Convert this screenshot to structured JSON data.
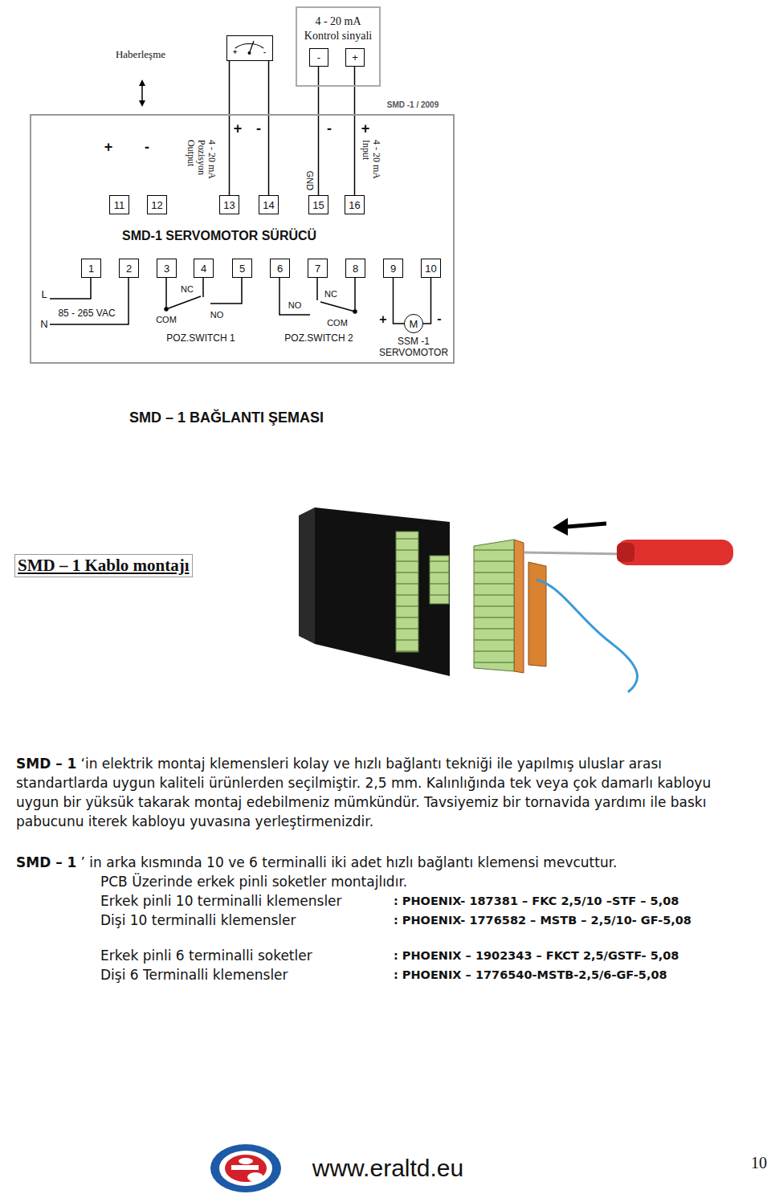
{
  "diagram": {
    "caption": "SMD – 1 BAĞLANTI ŞEMASI",
    "nodes": [
      {
        "text": [
          "+",
          "-"
        ]
      },
      {
        "text": [
          "4 - 20 mA Kontrol sinyali"
        ]
      },
      {
        "text": [
          "-"
        ],
        "in": 1
      },
      {
        "text": [
          "+"
        ],
        "in": 1
      },
      {
        "text": [
          "SMD-1 SERVOMOTOR SÜRÜCÜ"
        ]
      },
      {
        "text": [
          "11"
        ],
        "in": 4
      },
      {
        "text": [
          "12"
        ],
        "in": 4
      },
      {
        "text": [
          "13"
        ],
        "in": 4
      },
      {
        "text": [
          "14"
        ],
        "in": 4
      },
      {
        "text": [
          "15"
        ],
        "in": 4
      },
      {
        "text": [
          "16"
        ],
        "in": 4
      },
      {
        "text": [
          "1"
        ],
        "in": 4
      },
      {
        "text": [
          "2"
        ],
        "in": 4
      },
      {
        "text": [
          "3"
        ],
        "in": 4
      },
      {
        "text": [
          "4"
        ],
        "in": 4
      },
      {
        "text": [
          "5"
        ],
        "in": 4
      },
      {
        "text": [
          "6"
        ],
        "in": 4
      },
      {
        "text": [
          "7"
        ],
        "in": 4
      },
      {
        "text": [
          "8"
        ],
        "in": 4
      },
      {
        "text": [
          "9"
        ],
        "in": 4
      },
      {
        "text": [
          "10"
        ],
        "in": 4
      },
      {
        "text": [
          "M"
        ],
        "in": 4
      }
    ],
    "edges": [
      {
        "from": 7,
        "to": 0,
        "arrow": "none"
      },
      {
        "from": 8,
        "to": 0,
        "arrow": "none"
      },
      {
        "from": 9,
        "to": 2,
        "arrow": "none"
      },
      {
        "from": 10,
        "to": 3,
        "arrow": "none"
      },
      {
        "from": 19,
        "to": 21,
        "arrow": "none"
      },
      {
        "from": 20,
        "to": 21,
        "arrow": "none"
      }
    ],
    "labels": [
      "Haberleşme",
      "+",
      "-",
      "4 - 20 mA Pozisyon Output",
      "+",
      "-",
      "-",
      "+",
      "GND",
      "4 - 20 mA Input",
      "SMD -1 / 2009",
      "L",
      "N",
      "85 - 265 VAC",
      "NC",
      "COM",
      "NO",
      "POZ.SWITCH 1",
      "NO",
      "NC",
      "COM",
      "POZ.SWITCH 2",
      "+",
      "-",
      "SSM -1 SERVOMOTOR",
      "SMD – 1 Kablo montajı",
      "SMD – 1",
      "‘in elektrik montaj klemensleri kolay ve hızlı bağlantı tekniği ile yapılmış uluslar arası standartlarda uygun kaliteli ürünlerden seçilmiştir. 2,5 mm. Kalınlığında tek veya çok damarlı kabloyu uygun bir yüksük takarak montaj edebilmeniz mümkündür. Tavsiyemiz bir tornavida yardımı ile baskı pabucunu iterek kabloyu yuvasına yerleştirmenizdir.",
      "SMD – 1",
      "’ in arka kısmında 10 ve 6 terminalli iki adet hızlı bağlantı klemensi mevcuttur.",
      "PCB Üzerinde erkek pinli soketler montajlıdır.",
      "Erkek pinli 10 terminalli klemensler",
      ": PHOENIX- 187381 – FKC 2,5/10 –STF – 5,08",
      "Dişi 10 terminalli klemensler",
      ": PHOENIX- 1776582 – MSTB – 2,5/10- GF-5,08",
      "Erkek pinli 6 terminalli soketler",
      ": PHOENIX – 1902343 – FKCT 2,5/GSTF- 5,08",
      "Dişi 6 Terminalli klemensler",
      ": PHOENIX – 1776540-MSTB-2,5/6-GF-5,08",
      "www.eraltd.eu",
      "10"
    ]
  }
}
